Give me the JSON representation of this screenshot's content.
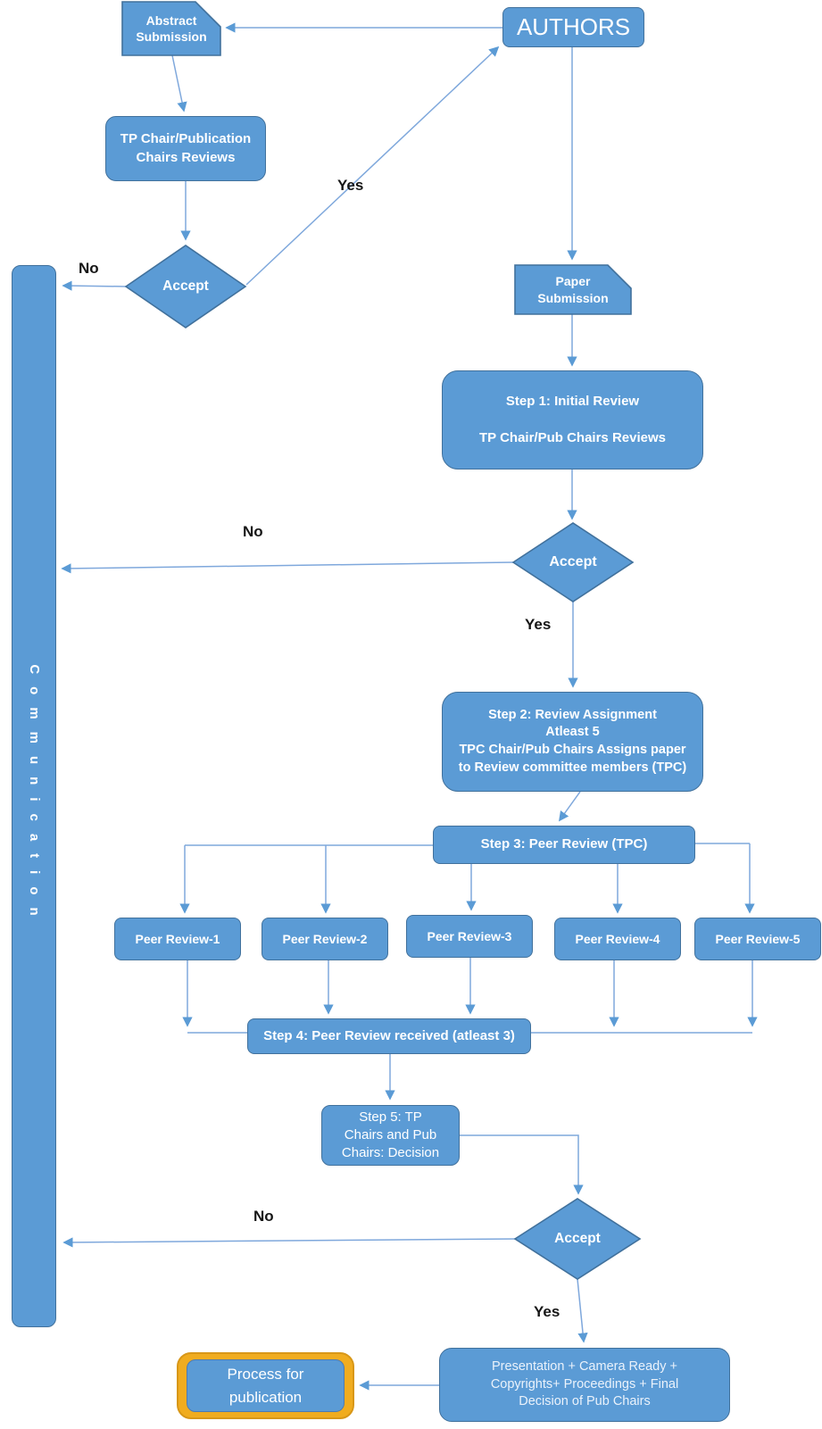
{
  "nodes": {
    "authors": "AUTHORS",
    "abstract_submission": "Abstract\nSubmission",
    "tp_chair_reviews": "TP Chair/Publication\nChairs Reviews",
    "accept_initial": "Accept",
    "communication": "Communication",
    "paper_submission": "Paper\nSubmission",
    "step1": "Step 1: Initial Review\n\nTP Chair/Pub Chairs Reviews",
    "accept_step1": "Accept",
    "step2": "Step 2: Review Assignment\nAtleast 5\nTPC Chair/Pub Chairs Assigns paper\nto Review committee members (TPC)",
    "step3": "Step 3: Peer Review (TPC)",
    "peer_reviews": [
      "Peer Review-1",
      "Peer Review-2",
      "Peer Review-3",
      "Peer Review-4",
      "Peer Review-5"
    ],
    "step4": "Step 4: Peer Review received (atleast 3)",
    "step5": "Step 5: TP\nChairs and Pub\nChairs: Decision",
    "accept_final": "Accept",
    "presentation": "Presentation + Camera Ready +\nCopyrights+ Proceedings + Final\nDecision of Pub Chairs",
    "process_for_publication": "Process for\npublication"
  },
  "edge_labels": {
    "no_initial": "No",
    "yes_initial": "Yes",
    "no_step1": "No",
    "yes_step1": "Yes",
    "no_final": "No",
    "yes_final": "Yes"
  },
  "colors": {
    "node_fill": "#5B9BD5",
    "node_border": "#41719C",
    "connector": "#7FA8DC",
    "arrowhead": "#5B9BD5",
    "highlight_fill": "#F0AC1F",
    "highlight_border": "#D89718"
  }
}
